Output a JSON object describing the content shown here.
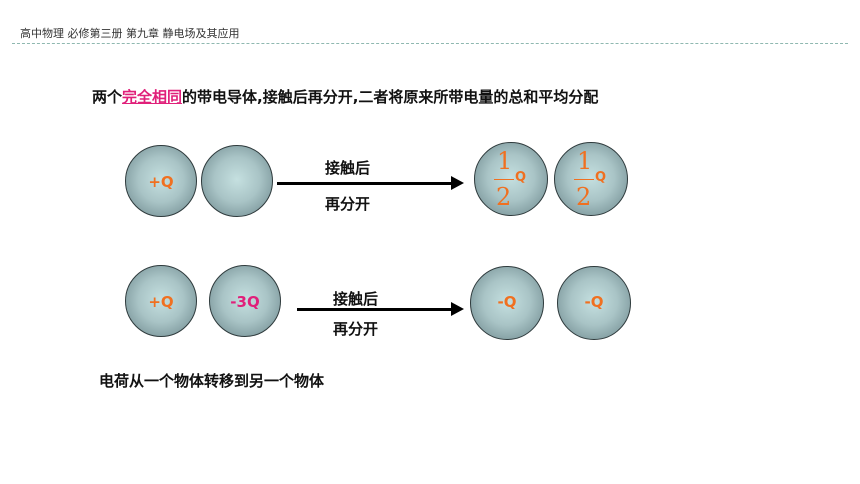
{
  "header": {
    "text": "高中物理  必修第三册 第九章 静电场及其应用"
  },
  "title": {
    "prefix": "两个",
    "highlight": "完全相同",
    "suffix": "的带电导体,接触后再分开,二者将原来所带电量的总和平均分配"
  },
  "row1": {
    "ball1_charge": "+Q",
    "arrow_top": "接触后",
    "arrow_bottom": "再分开",
    "result1": {
      "num": "1",
      "den": "2",
      "q": "Q"
    },
    "result2": {
      "num": "1",
      "den": "2",
      "q": "Q"
    }
  },
  "row2": {
    "ball1_charge": "+Q",
    "ball2_charge": "-3Q",
    "arrow_top": "接触后",
    "arrow_bottom": "再分开",
    "result1": "-Q",
    "result2": "-Q"
  },
  "footnote": "电荷从一个物体转移到另一个物体",
  "colors": {
    "orange": "#f07020",
    "pink": "#e0207a",
    "ball": "#a9c4c6"
  }
}
